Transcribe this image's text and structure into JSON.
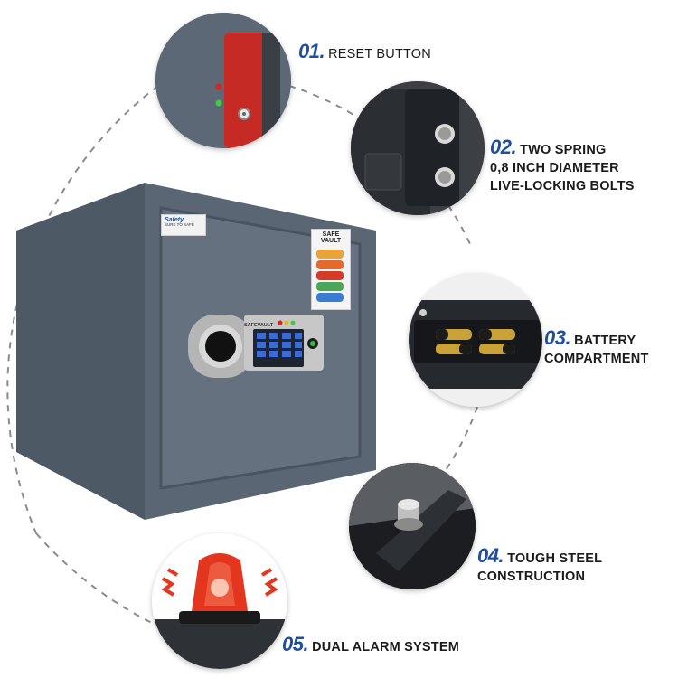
{
  "features": [
    {
      "id": "reset",
      "number": "01.",
      "lines": [
        "RESET BUTTON"
      ],
      "icon": "reset-button-icon"
    },
    {
      "id": "bolts",
      "number": "02.",
      "lines": [
        "TWO SPRING",
        "0,8 INCH DIAMETER",
        "LIVE-LOCKING BOLTS"
      ],
      "icon": "locking-bolts-icon"
    },
    {
      "id": "battery",
      "number": "03.",
      "lines": [
        "BATTERY",
        "COMPARTMENT"
      ],
      "icon": "battery-icon"
    },
    {
      "id": "steel",
      "number": "04.",
      "lines": [
        "TOUGH STEEL",
        "CONSTRUCTION"
      ],
      "icon": "steel-construction-icon"
    },
    {
      "id": "alarm",
      "number": "05.",
      "lines": [
        "DUAL ALARM SYSTEM"
      ],
      "icon": "alarm-siren-icon"
    }
  ],
  "safe": {
    "safety_label": "Safety",
    "safety_label_sub": "SURE TO SAFE",
    "vault_label": "SAFE VAULT",
    "keypad_brand": "SAFEVAULT"
  },
  "colors": {
    "accent": "#1f4fa0",
    "safe_body": "#5a6674",
    "reset_red": "#c62a24",
    "alarm_red": "#e22d1f"
  }
}
